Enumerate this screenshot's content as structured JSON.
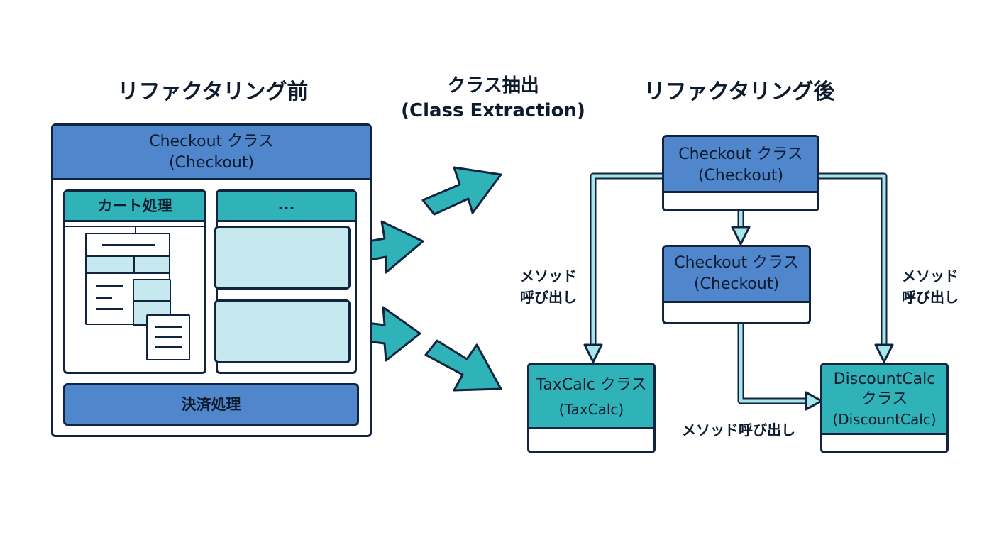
{
  "headings": {
    "before": "リファクタリング前",
    "middle_line1": "クラス抽出",
    "middle_line2": "(Class Extraction)",
    "after": "リファクタリング後"
  },
  "before": {
    "class_line1": "Checkout クラス",
    "class_line2": "(Checkout)",
    "cart_label": "カート処理",
    "other_label": "...",
    "payment_label": "決済処理"
  },
  "after": {
    "checkout_top_line1": "Checkout クラス",
    "checkout_top_line2": "(Checkout)",
    "checkout_mid_line1": "Checkout クラス",
    "checkout_mid_line2": "(Checkout)",
    "taxcalc_line1": "TaxCalc クラス",
    "taxcalc_line2": "(TaxCalc)",
    "discount_line1": "DiscountCalc",
    "discount_line2": "クラス",
    "discount_line3": "(DiscountCalc)",
    "call_left_line1": "メソッド",
    "call_left_line2": "呼び出し",
    "call_right_line1": "メソッド",
    "call_right_line2": "呼び出し",
    "call_bottom": "メソッド呼び出し"
  },
  "colors": {
    "header_blue": "#4f86cc",
    "teal": "#2fb3b8",
    "pale_cyan": "#c5e9ee",
    "outline": "#10233f"
  }
}
